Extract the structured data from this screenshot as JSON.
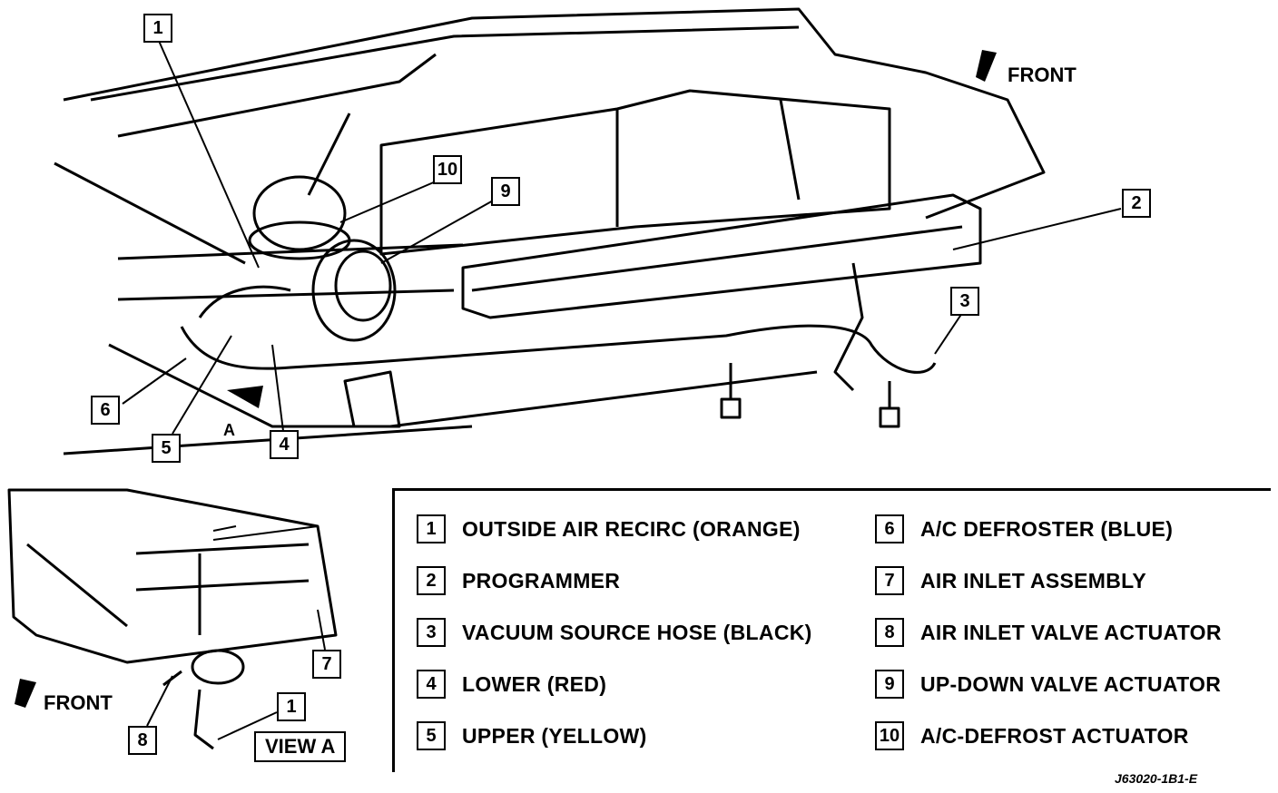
{
  "labels": {
    "front_top": "FRONT",
    "front_bottom": "FRONT",
    "view_letter": "A",
    "view_a": "VIEW A",
    "drawing_code": "J63020-1B1-E"
  },
  "callouts": {
    "c1": "1",
    "c2": "2",
    "c3": "3",
    "c4": "4",
    "c5": "5",
    "c6": "6",
    "c7": "7",
    "c8": "8",
    "c9": "9",
    "c10": "10",
    "c1b": "1"
  },
  "legend": [
    {
      "num": "1",
      "text": "OUTSIDE AIR RECIRC (ORANGE)"
    },
    {
      "num": "2",
      "text": "PROGRAMMER"
    },
    {
      "num": "3",
      "text": "VACUUM SOURCE HOSE (BLACK)"
    },
    {
      "num": "4",
      "text": "LOWER (RED)"
    },
    {
      "num": "5",
      "text": "UPPER (YELLOW)"
    },
    {
      "num": "6",
      "text": "A/C DEFROSTER (BLUE)"
    },
    {
      "num": "7",
      "text": "AIR INLET ASSEMBLY"
    },
    {
      "num": "8",
      "text": "AIR INLET VALVE ACTUATOR"
    },
    {
      "num": "9",
      "text": "UP-DOWN VALVE ACTUATOR"
    },
    {
      "num": "10",
      "text": "A/C-DEFROST ACTUATOR"
    }
  ]
}
